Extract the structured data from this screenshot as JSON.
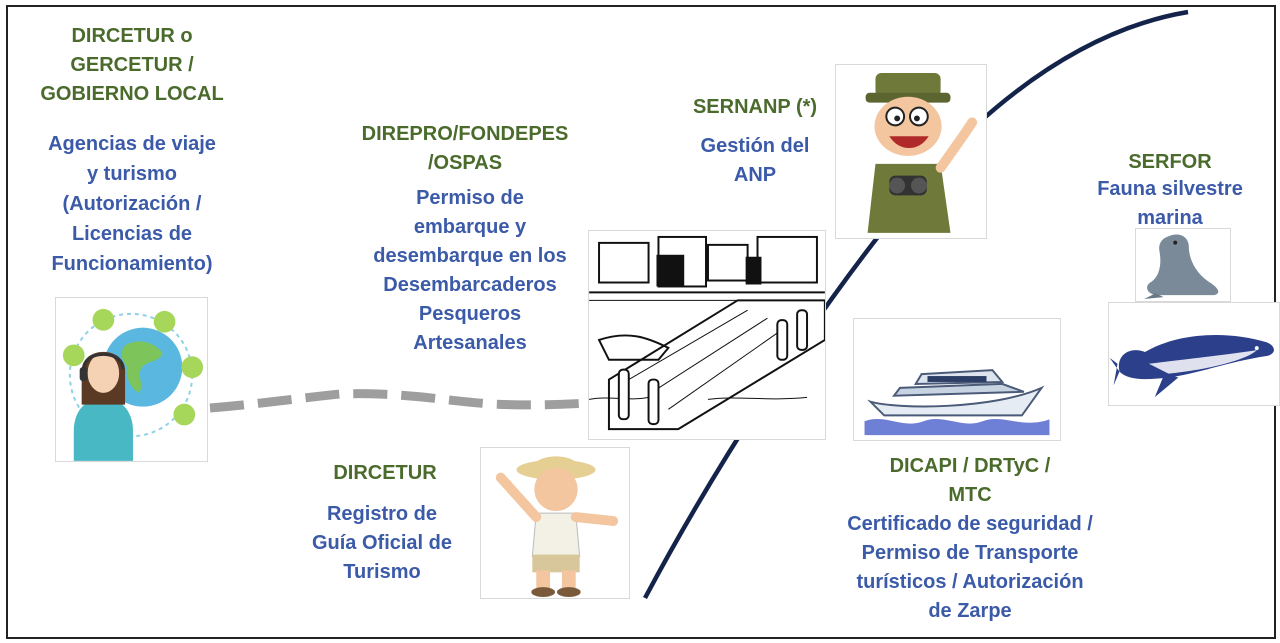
{
  "blocks": {
    "dircetur_gercetur": {
      "entity": "DIRCETUR o\nGERCETUR /\nGOBIERNO LOCAL",
      "service": "Agencias de viaje\ny turismo\n(Autorización /\nLicencias de\nFuncionamiento)"
    },
    "direpro": {
      "entity": "DIREPRO/FONDEPES\n/OSPAS",
      "service": "Permiso de\nembarque y\ndesembarque en los\nDesembarcaderos\nPesqueros\nArtesanales"
    },
    "sernanp": {
      "entity": "SERNANP (*)",
      "service": "Gestión del\nANP"
    },
    "serfor": {
      "entity": "SERFOR",
      "service": "Fauna silvestre\nmarina"
    },
    "dircetur_guia": {
      "entity": "DIRCETUR",
      "service": "Registro de\nGuía Oficial de\nTurismo"
    },
    "dicapi": {
      "entity": "DICAPI / DRTyC /\nMTC",
      "service": "Certificado de seguridad /\nPermiso de Transporte\nturísticos / Autorización\nde Zarpe"
    }
  },
  "colors": {
    "entity": "#4a6b2c",
    "service": "#3b5aa8",
    "curve": "#14234a",
    "dashed_path": "#9e9e9e"
  },
  "icons": [
    "travel-agent-globe-icon",
    "fishing-dock-icon",
    "park-ranger-icon",
    "tour-guide-icon",
    "yacht-icon",
    "sea-lion-icon",
    "whale-icon"
  ]
}
